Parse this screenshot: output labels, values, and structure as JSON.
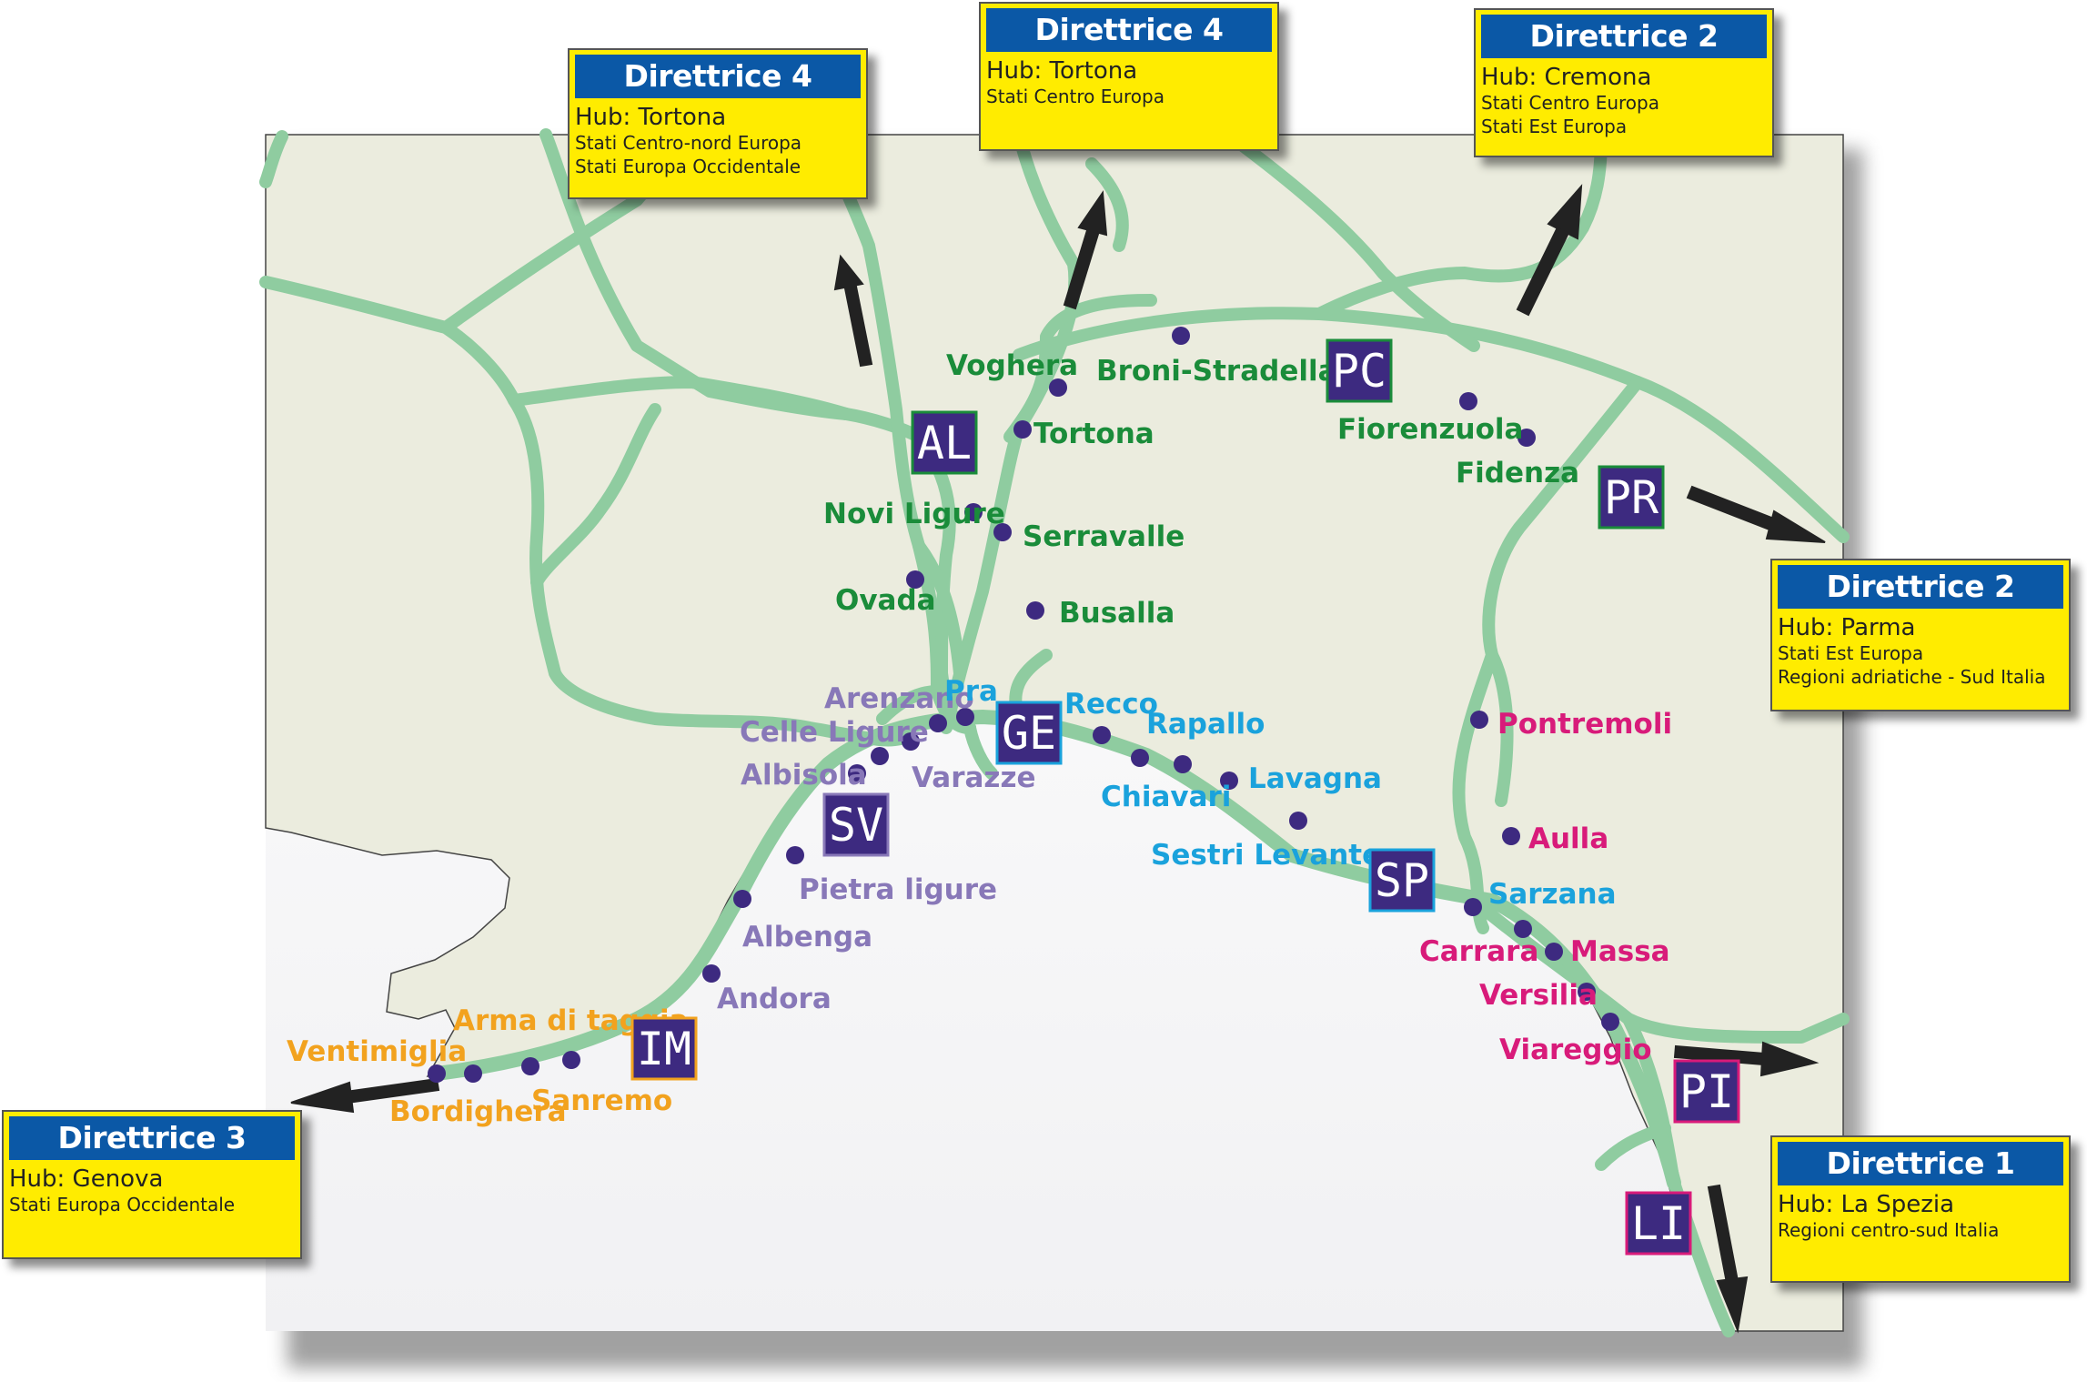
{
  "callouts": [
    {
      "id": "c1",
      "title": "Direttrice 4",
      "hub": "Hub: Tortona",
      "regions": [
        "Stati Centro-nord Europa",
        "Stati Europa Occidentale"
      ]
    },
    {
      "id": "c2",
      "title": "Direttrice 4",
      "hub": "Hub: Tortona",
      "regions": [
        "Stati Centro Europa"
      ]
    },
    {
      "id": "c3",
      "title": "Direttrice 2",
      "hub": "Hub: Cremona",
      "regions": [
        "Stati Centro Europa",
        "Stati Est Europa"
      ]
    },
    {
      "id": "c4",
      "title": "Direttrice 2",
      "hub": "Hub: Parma",
      "regions": [
        "Stati Est Europa",
        "Regioni adriatiche - Sud Italia"
      ]
    },
    {
      "id": "c5",
      "title": "Direttrice 3",
      "hub": "Hub: Genova",
      "regions": [
        "Stati Europa Occidentale"
      ]
    },
    {
      "id": "c6",
      "title": "Direttrice 1",
      "hub": "Hub: La Spezia",
      "regions": [
        "Regioni centro-sud Italia"
      ]
    }
  ],
  "provinces": [
    "AL",
    "PC",
    "PR",
    "GE",
    "SV",
    "SP",
    "IM",
    "PI",
    "LI"
  ],
  "cities": {
    "green": [
      "Voghera",
      "Broni-Stradella",
      "Tortona",
      "Fiorenzuola",
      "Fidenza",
      "Novi Ligure",
      "Serravalle",
      "Ovada",
      "Busalla"
    ],
    "purple": [
      "Arenzano",
      "Celle Ligure",
      "Albisola",
      "Varazze",
      "Pietra ligure",
      "Albenga",
      "Andora"
    ],
    "blue": [
      "Pra",
      "Recco",
      "Rapallo",
      "Chiavari",
      "Lavagna",
      "Sestri Levante",
      "Sarzana"
    ],
    "orange": [
      "Arma di taggia",
      "Ventimiglia",
      "Bordighera",
      "Sanremo"
    ],
    "pink": [
      "Pontremoli",
      "Aulla",
      "Carrara",
      "Massa",
      "Versilia",
      "Viareggio"
    ]
  },
  "colors": {
    "land": "#ebecde",
    "road": "#8fcca0",
    "header": "#0b58a6",
    "callout": "#ffec00",
    "province_box": "#3d2a80",
    "green_label": "#1a8c3a",
    "purple_label": "#8878b8",
    "blue_label": "#1aa2dc",
    "orange_label": "#f2a21e",
    "pink_label": "#d81b7a"
  }
}
